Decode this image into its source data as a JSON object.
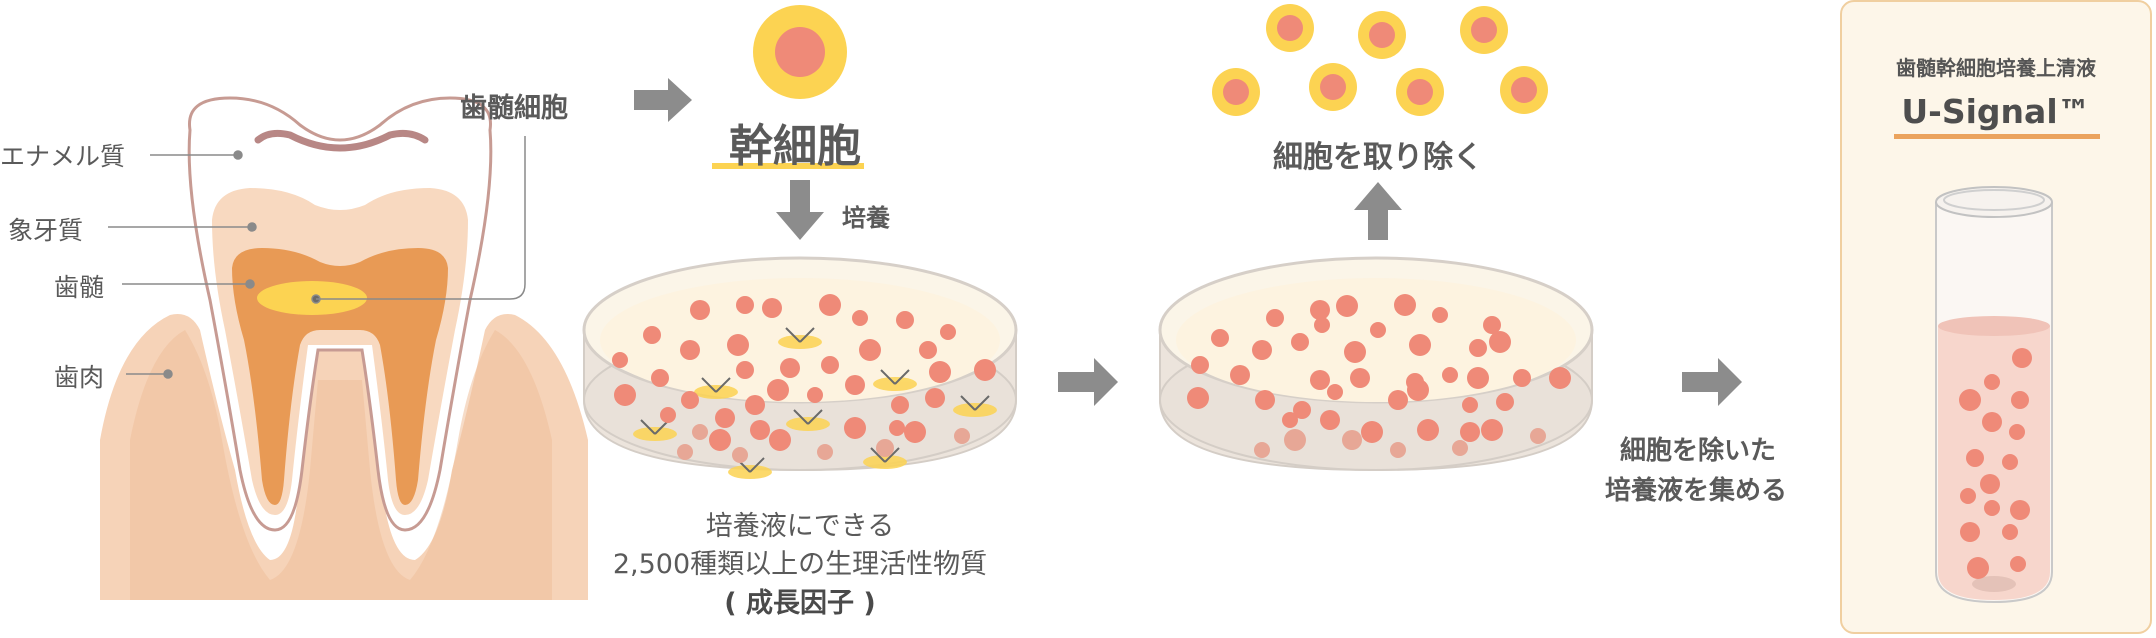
{
  "tooth": {
    "labels": {
      "enamel": "エナメル質",
      "dentin": "象牙質",
      "pulp": "歯髄",
      "gum": "歯肉"
    }
  },
  "flow": {
    "pulp_cells": "歯髄細胞",
    "stem_cell": "幹細胞",
    "culture": "培養",
    "remove_cells": "細胞を取り除く",
    "collect_line1": "細胞を除いた",
    "collect_line2": "培養液を集める"
  },
  "caption": {
    "line1": "培養液にできる",
    "line2": "2,500種類以上の生理活性物質",
    "line3": "( 成長因子 )"
  },
  "product": {
    "subtitle": "歯髄幹細胞培養上清液",
    "name": "U-Signal™"
  },
  "colors": {
    "cell_yellow": "#fcd352",
    "cell_salmon": "#ef8a78",
    "arrow_gray": "#8c8c8c",
    "panel_bg": "#fdf6e9",
    "panel_border": "#f0cfa0",
    "underline_orange": "#eba35d"
  }
}
